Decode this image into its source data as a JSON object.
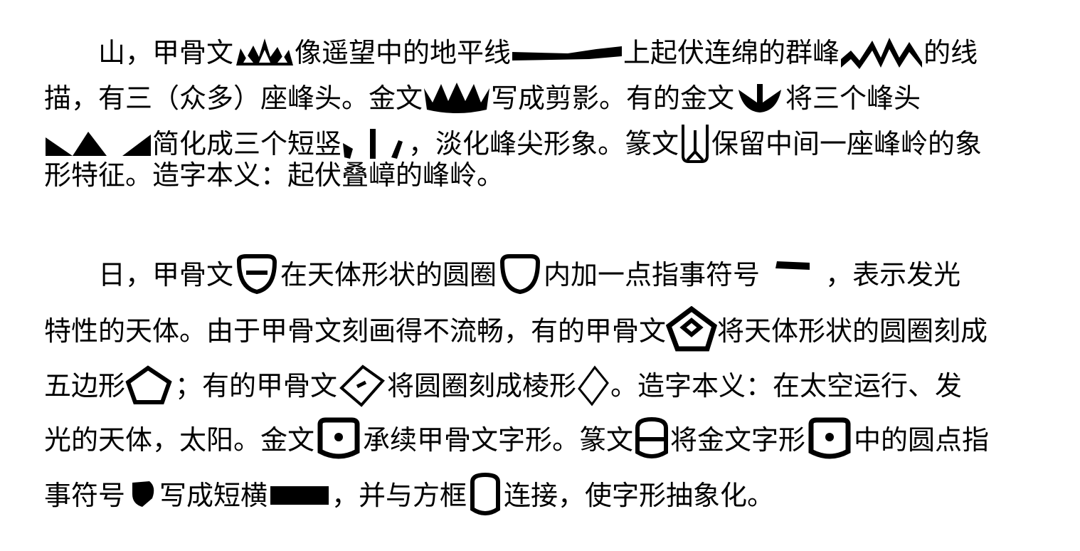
{
  "paragraph1": {
    "l1": {
      "indent": "　　",
      "a": "山，甲骨文",
      "b": "像遥望中的地平线",
      "c": "上起伏连绵的群峰",
      "d": "的线"
    },
    "l2": {
      "a": "描，有三（众多）座峰头。金文",
      "b": "写成剪影。有的金文",
      "c": "将三个峰头"
    },
    "l3": {
      "a": "简化成三个短竖",
      "b": "，淡化峰尖形象。篆文",
      "c": "保留中间一座峰岭的象"
    },
    "l4": {
      "a": "形特征。造字本义：起伏叠嶂的峰岭。"
    }
  },
  "paragraph2": {
    "l1": {
      "indent": "　　",
      "a": "日，甲骨文",
      "b": "在天体形状的圆圈",
      "c": "内加一点指事符号",
      "d": "，表示发光"
    },
    "l2": {
      "a": "特性的天体。由于甲骨文刻画得不流畅，有的甲骨文",
      "b": "将天体形状的圆圈刻成"
    },
    "l3": {
      "a": "五边形",
      "b": "；有的甲骨文",
      "c": "将圆圈刻成棱形",
      "d": "。造字本义：在太空运行、发"
    },
    "l4": {
      "a": "光的天体，太阳。金文",
      "b": "承续甲骨文字形。篆文",
      "c": "将金文字形",
      "d": "中的圆点指"
    },
    "l5": {
      "a": "事符号",
      "b": "写成短横",
      "c": "，并与方框",
      "d": "连接，使字形抽象化。"
    }
  },
  "glyph_names": [
    "oracle-shan-icon",
    "horizon-line-icon",
    "mountain-peaks-icon",
    "bronze-shan-silhouette-icon",
    "bronze-shan-simplified-icon",
    "three-peaks-icon",
    "three-short-strokes-icon",
    "seal-shan-icon",
    "oracle-ri-icon",
    "circle-icon",
    "dot-stroke-icon",
    "oracle-ri-pentagon-icon",
    "pentagon-icon",
    "oracle-ri-rhombus-icon",
    "rhombus-icon",
    "bronze-ri-icon",
    "seal-ri-icon",
    "bronze-ri-dot-icon",
    "dot-icon",
    "short-bar-icon",
    "square-frame-icon"
  ]
}
